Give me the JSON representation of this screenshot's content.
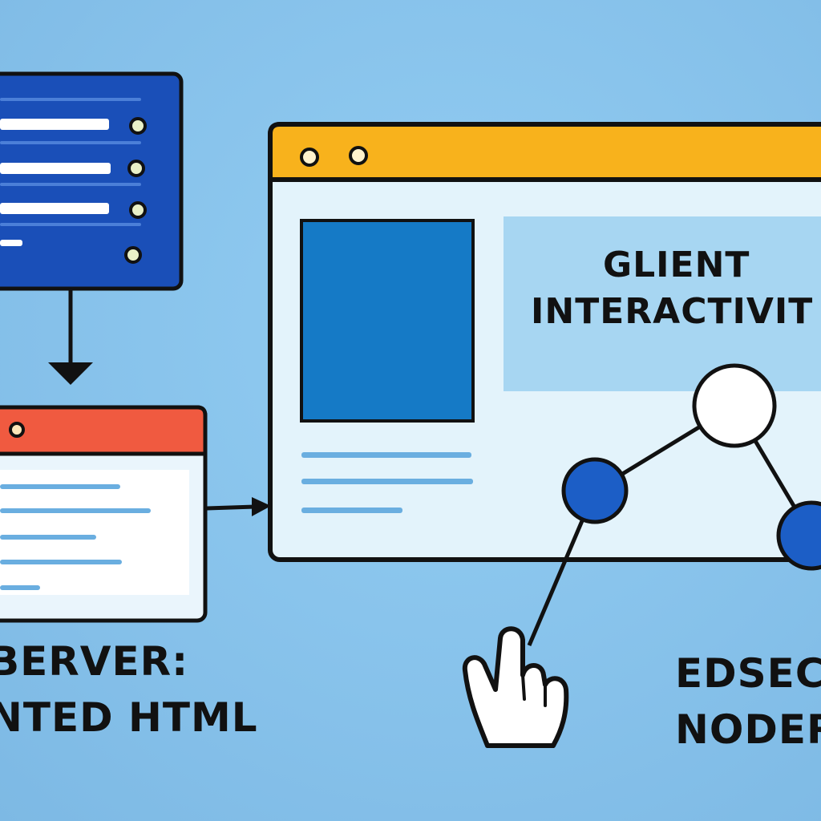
{
  "panel_text": {
    "line1": "GLIENT",
    "line2": "INTERACTIVIT"
  },
  "server_caption": {
    "line1": "BERVER:",
    "line2": "NTED HTML"
  },
  "edge_caption": {
    "line1": "EDSEC",
    "line2": "NODER"
  },
  "colors": {
    "background": "#88c4ec",
    "server_window": "#1a4fb8",
    "rendered_window_bar": "#f05a40",
    "client_window_bar": "#f8b21c",
    "client_window_body": "#e3f3fb",
    "highlight_block": "#157ac6",
    "panel_fill": "#a7d6f2",
    "node_filled": "#1c5ec6",
    "node_empty": "#ffffff",
    "outline": "#111111"
  },
  "icons": {
    "pointer": "pointing-hand-icon",
    "down_arrow": "arrow-down-icon",
    "right_arrow": "arrow-right-icon"
  }
}
